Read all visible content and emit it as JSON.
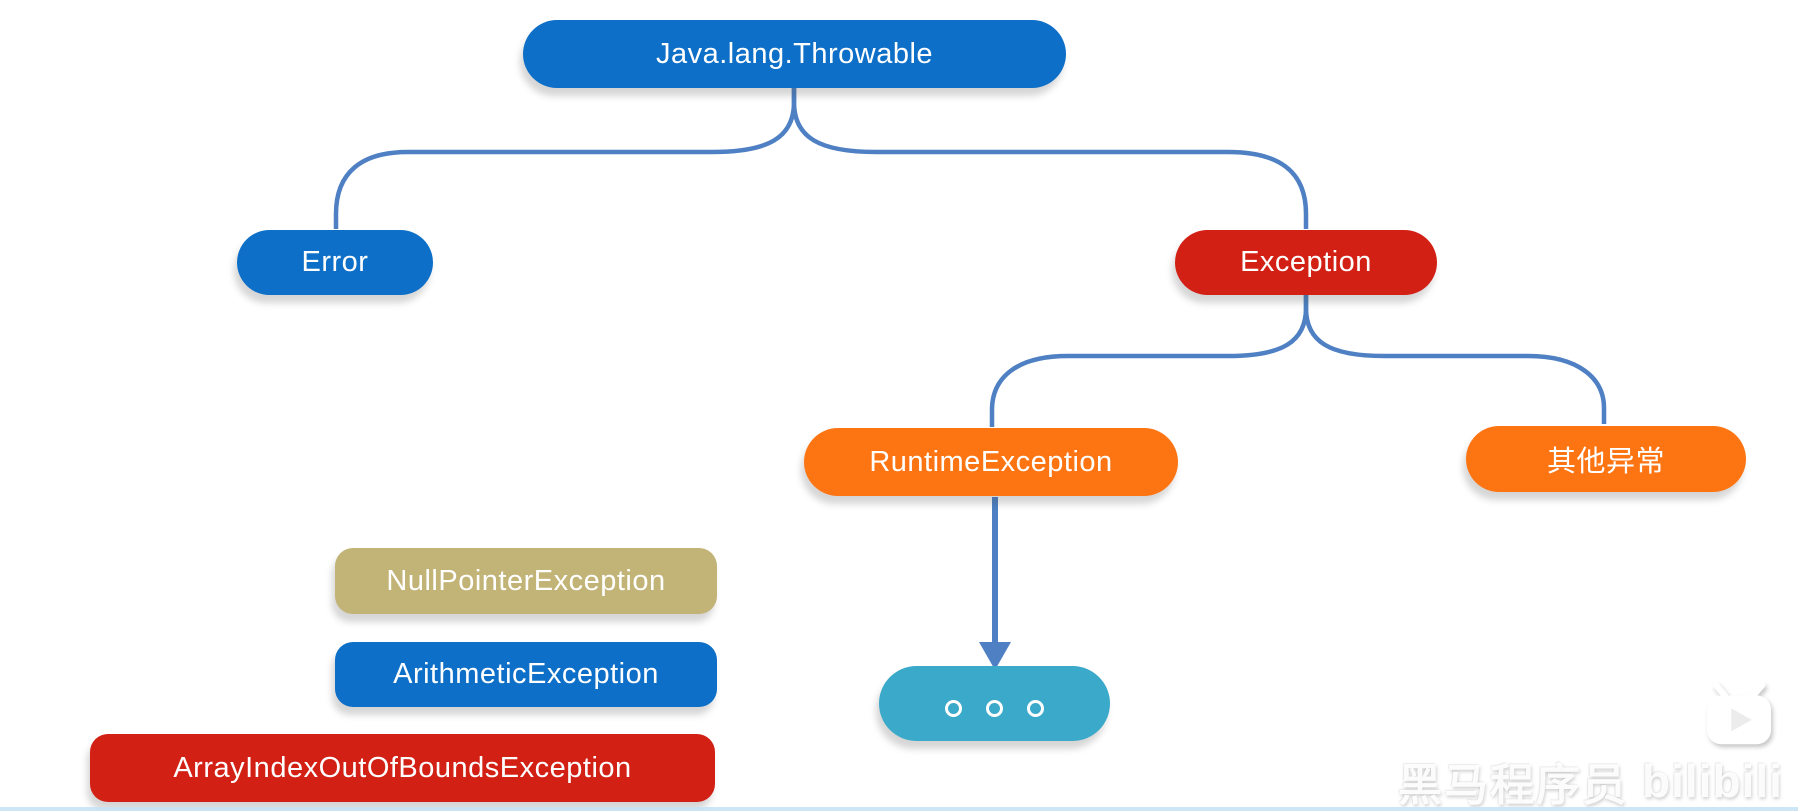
{
  "nodes": {
    "throwable": {
      "label": "Java.lang.Throwable"
    },
    "error": {
      "label": "Error"
    },
    "exception": {
      "label": "Exception"
    },
    "runtime_exception": {
      "label": "RuntimeException"
    },
    "other_exception": {
      "label": "其他异常"
    },
    "null_pointer": {
      "label": "NullPointerException"
    },
    "arithmetic": {
      "label": "ArithmeticException"
    },
    "array_index": {
      "label": "ArrayIndexOutOfBoundsException"
    }
  },
  "colors": {
    "blue_node": "#0d6fc7",
    "red_node": "#d32015",
    "orange_node": "#fd7513",
    "tan_node": "#c2b376",
    "cyan_node": "#3ba9c9",
    "connector": "#4e80c3"
  },
  "watermark": {
    "author": "黑马程序员",
    "brand": "bilibili"
  }
}
